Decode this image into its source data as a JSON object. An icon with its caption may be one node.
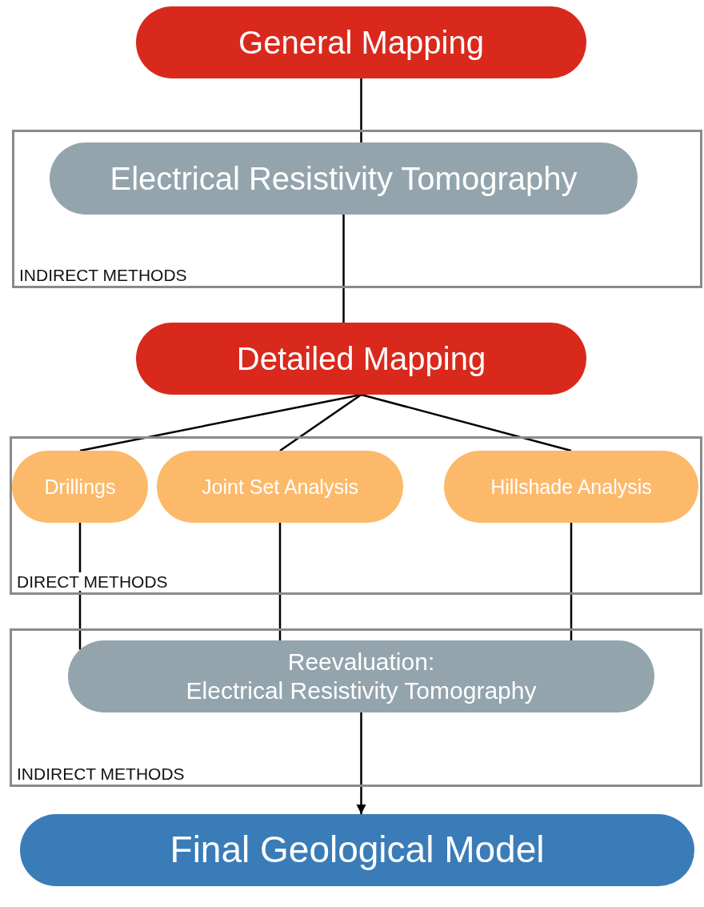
{
  "diagram": {
    "nodes": [
      {
        "text": [
          "General Mapping"
        ]
      },
      {
        "text": [
          "INDIRECT METHODS"
        ]
      },
      {
        "text": [
          "Electrical Resistivity Tomography"
        ],
        "in": 1
      },
      {
        "text": [
          "Detailed Mapping"
        ]
      },
      {
        "text": [
          "DIRECT METHODS"
        ]
      },
      {
        "text": [
          "Drillings"
        ],
        "in": 4
      },
      {
        "text": [
          "Joint Set Analysis"
        ],
        "in": 4
      },
      {
        "text": [
          "Hillshade Analysis"
        ],
        "in": 4
      },
      {
        "text": [
          "INDIRECT METHODS"
        ]
      },
      {
        "text": [
          "Reevaluation:",
          "Electrical Resistivity Tomography"
        ],
        "in": 8
      },
      {
        "text": [
          "Final Geological Model"
        ]
      }
    ],
    "edges": [
      {
        "from": 0,
        "to": 2,
        "arrow": "none"
      },
      {
        "from": 2,
        "to": 3,
        "arrow": "none"
      },
      {
        "from": 3,
        "to": 5,
        "arrow": "none"
      },
      {
        "from": 3,
        "to": 6,
        "arrow": "none"
      },
      {
        "from": 3,
        "to": 7,
        "arrow": "none"
      },
      {
        "from": 5,
        "to": 9,
        "arrow": "none"
      },
      {
        "from": 6,
        "to": 9,
        "arrow": "none"
      },
      {
        "from": 7,
        "to": 9,
        "arrow": "none"
      },
      {
        "from": 9,
        "to": 10,
        "arrow": "to"
      }
    ]
  }
}
